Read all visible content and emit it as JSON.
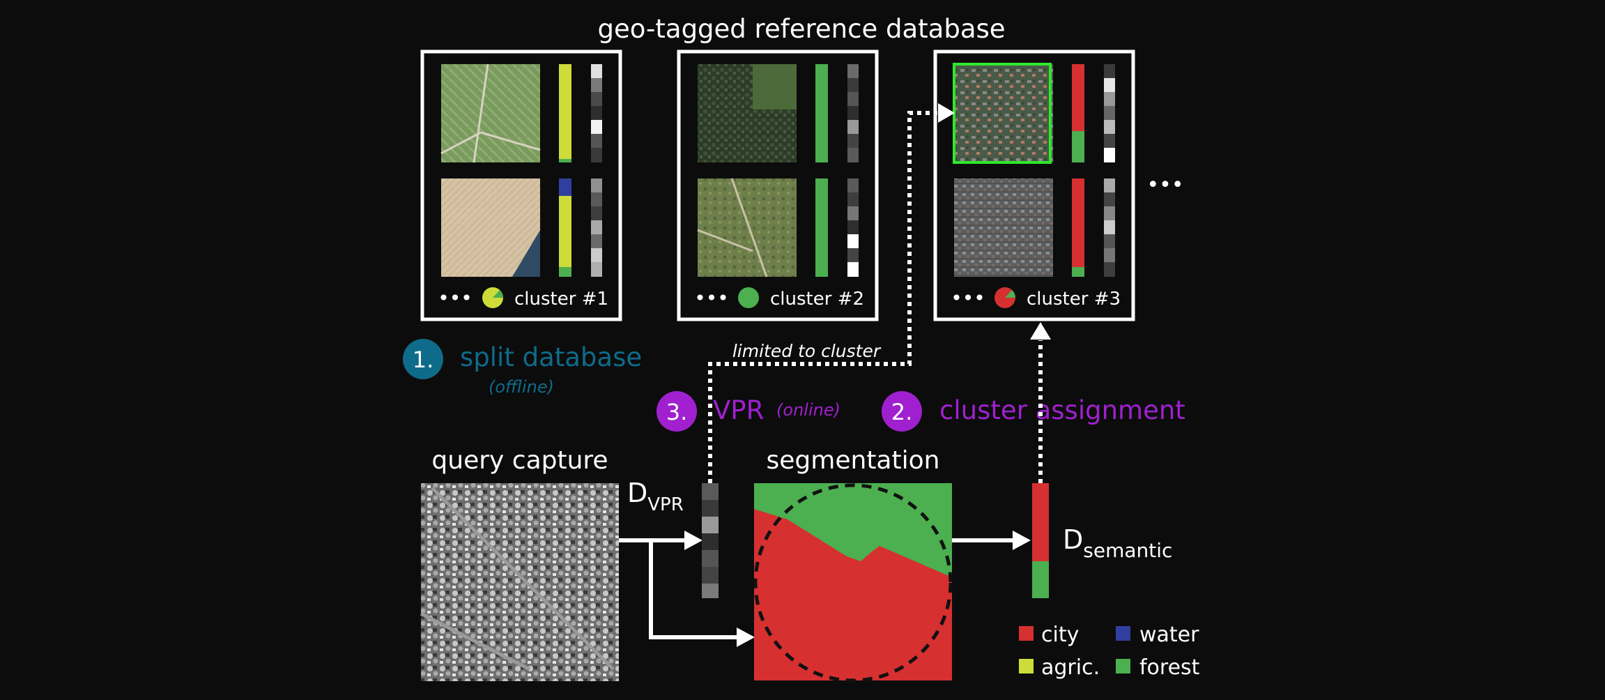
{
  "title": "geo-tagged reference database",
  "colors": {
    "background": "#0c0c0c",
    "city": "#d63031",
    "agric": "#cddc39",
    "water": "#303f9f",
    "forest": "#4caf50",
    "step_offline": "#0e6b8a",
    "step_online": "#a020d0",
    "highlight": "#2ee82e"
  },
  "clusters": [
    {
      "label": "cluster #1",
      "ellipsis": "•••",
      "pie_icon": "agric-forest-pie-icon"
    },
    {
      "label": "cluster #2",
      "ellipsis": "•••",
      "pie_icon": "forest-pie-icon"
    },
    {
      "label": "cluster #3",
      "ellipsis": "•••",
      "pie_icon": "city-forest-pie-icon"
    }
  ],
  "more_clusters": "•••",
  "steps": {
    "split": {
      "number": "1.",
      "label": "split database",
      "note": "(offline)"
    },
    "vpr": {
      "number": "3.",
      "label": "VPR",
      "note": "(online)"
    },
    "assign": {
      "number": "2.",
      "label": "cluster assignment"
    }
  },
  "limited_label": "limited to cluster",
  "query_label": "query capture",
  "segmentation_label": "segmentation",
  "d_vpr": {
    "base": "D",
    "sub": "VPR"
  },
  "d_semantic": {
    "base": "D",
    "sub": "semantic"
  },
  "legend": [
    {
      "label": "city",
      "color": "#d63031"
    },
    {
      "label": "water",
      "color": "#303f9f"
    },
    {
      "label": "agric.",
      "color": "#cddc39"
    },
    {
      "label": "forest",
      "color": "#4caf50"
    }
  ]
}
